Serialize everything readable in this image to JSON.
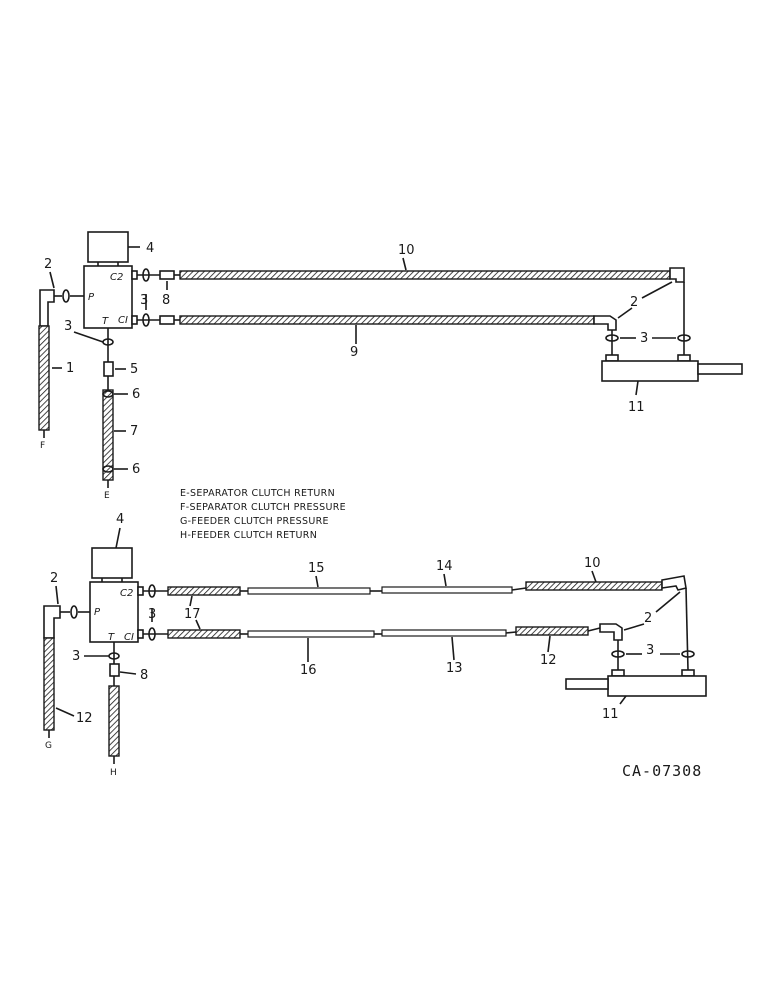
{
  "diagram": {
    "upper": {
      "ports": {
        "c2": "C2",
        "c1": "CI",
        "p": "P",
        "t": "T"
      },
      "callouts": {
        "n4": "4",
        "n10": "10",
        "n2_left": "2",
        "n3_mid": "3",
        "n8": "8",
        "n2_right": "2",
        "n3_left": "3",
        "n1": "1",
        "n9": "9",
        "n3_right": "3",
        "n5": "5",
        "n6_top": "6",
        "n7": "7",
        "n6_bottom": "6",
        "n11": "11"
      },
      "ends": {
        "f": "F",
        "e": "E"
      }
    },
    "legend": [
      "E-SEPARATOR CLUTCH RETURN",
      "F-SEPARATOR CLUTCH PRESSURE",
      "G-FEEDER CLUTCH  PRESSURE",
      "H-FEEDER CLUTCH RETURN"
    ],
    "lower": {
      "ports": {
        "c2": "C2",
        "c1": "CI",
        "p": "P",
        "t": "T"
      },
      "callouts": {
        "n4": "4",
        "n2_left": "2",
        "n3_mid": "3",
        "n17": "17",
        "n15": "15",
        "n14": "14",
        "n10": "10",
        "n2_right": "2",
        "n3_left": "3",
        "n16": "16",
        "n13": "13",
        "n12_mid": "12",
        "n3_right": "3",
        "n8": "8",
        "n12_left": "12",
        "n11": "11"
      },
      "ends": {
        "g": "G",
        "h": "H"
      }
    },
    "drawing_code": "CA-07308"
  }
}
